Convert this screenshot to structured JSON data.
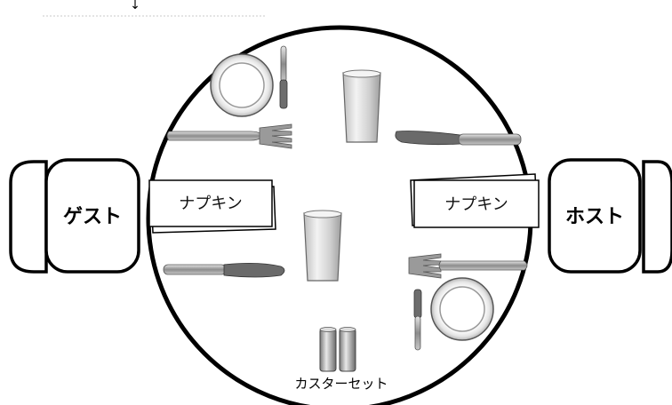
{
  "seats": {
    "guest_label": "ゲスト",
    "host_label": "ホスト"
  },
  "napkins": {
    "left_label": "ナプキン",
    "right_label": "ナプキン"
  },
  "caster": {
    "label": "カスターセット"
  },
  "top_marker": "↓",
  "colors": {
    "outline": "#000000",
    "silver": "#9a9a9a",
    "silver_dark": "#5c5c5c",
    "glass": "#d9d9d9"
  }
}
